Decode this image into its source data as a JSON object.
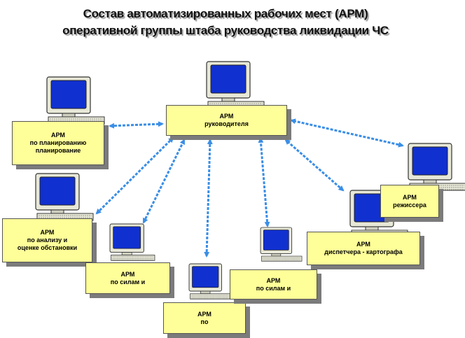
{
  "title": {
    "line1": "Состав автоматизированных рабочих мест (АРМ)",
    "line2": "оперативной группы штаба руководства ликвидации ЧС"
  },
  "icons": {
    "workstation": "computer-workstation-icon",
    "connection": "double-arrow"
  },
  "colors": {
    "box_fill": "#ffff99",
    "arrow": "#3a8ee6",
    "screen": "#1030d0",
    "monitor": "#e8e8d8"
  },
  "nodes": {
    "leader": {
      "line1": "АРМ",
      "line2": "руководителя"
    },
    "planning": {
      "line1": "АРМ",
      "line2": "по планированию",
      "line3": "планирование"
    },
    "analysis": {
      "line1": "АРМ",
      "line2": "по анализу  и",
      "line3": "оценке обстановки"
    },
    "forces1": {
      "line1": "АРМ",
      "line2": "по силам и"
    },
    "center": {
      "line1": "АРМ",
      "line2": "по"
    },
    "forces2": {
      "line1": "АРМ",
      "line2": "по силам и"
    },
    "dispatch": {
      "line1": "АРМ",
      "line2": "диспетчера - картографа"
    },
    "director": {
      "line1": "АРМ",
      "line2": "режиссера"
    }
  }
}
